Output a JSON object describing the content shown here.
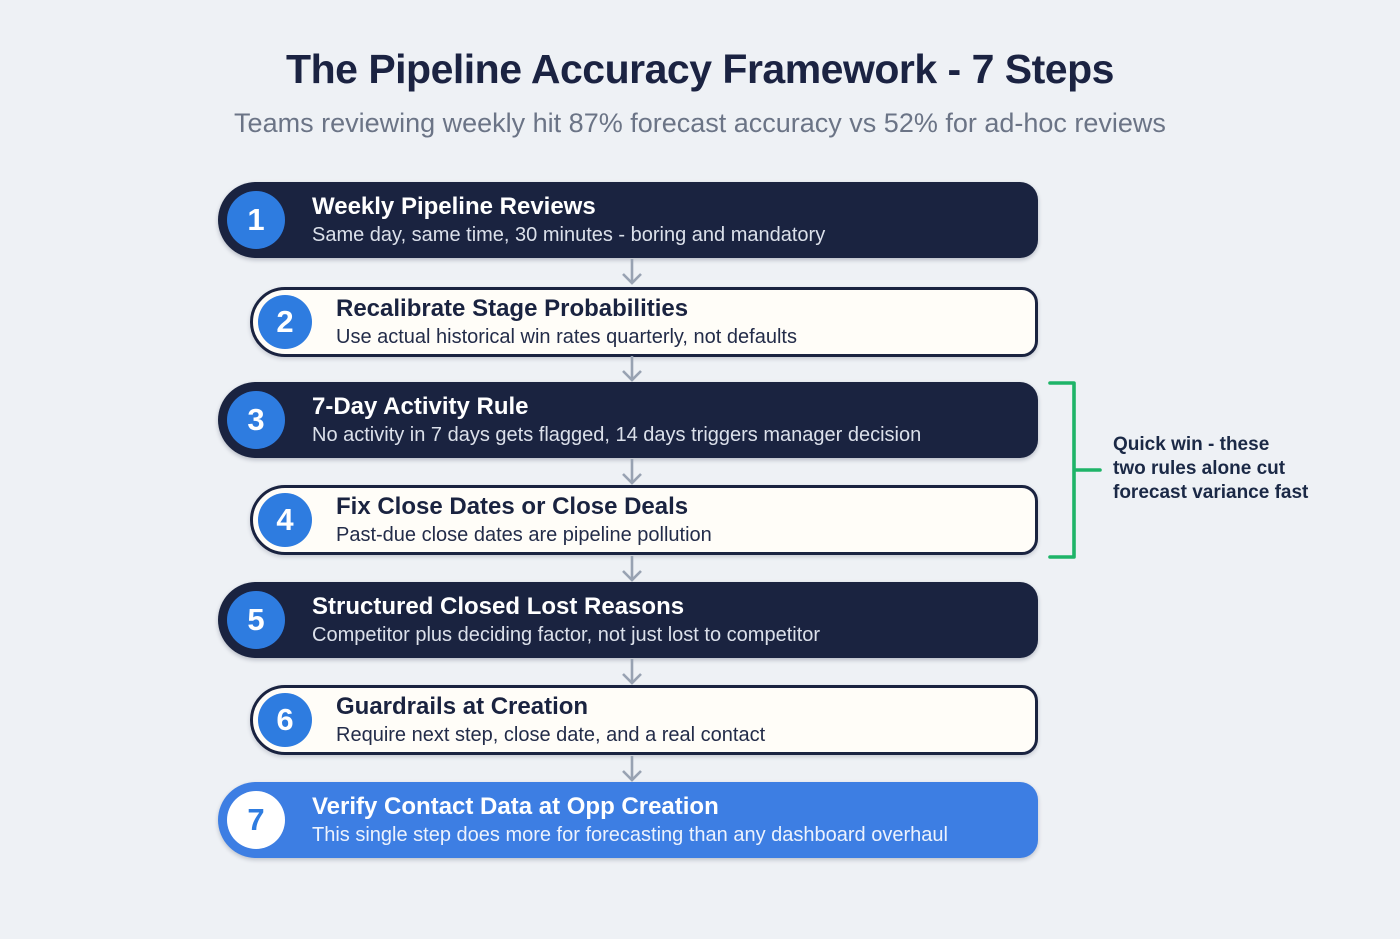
{
  "header": {
    "title": "The Pipeline Accuracy Framework - 7 Steps",
    "subtitle": "Teams reviewing weekly hit 87% forecast accuracy vs 52% for ad-hoc reviews"
  },
  "steps": [
    {
      "num": "1",
      "title": "Weekly Pipeline Reviews",
      "desc": "Same day, same time, 30 minutes - boring and mandatory",
      "variant": "dark"
    },
    {
      "num": "2",
      "title": "Recalibrate Stage Probabilities",
      "desc": "Use actual historical win rates quarterly, not defaults",
      "variant": "light"
    },
    {
      "num": "3",
      "title": "7-Day Activity Rule",
      "desc": "No activity in 7 days gets flagged, 14 days triggers manager decision",
      "variant": "dark"
    },
    {
      "num": "4",
      "title": "Fix Close Dates or Close Deals",
      "desc": "Past-due close dates are pipeline pollution",
      "variant": "light"
    },
    {
      "num": "5",
      "title": "Structured Closed Lost Reasons",
      "desc": "Competitor plus deciding factor, not just lost to competitor",
      "variant": "dark"
    },
    {
      "num": "6",
      "title": "Guardrails at Creation",
      "desc": "Require next step, close date, and a real contact",
      "variant": "light"
    },
    {
      "num": "7",
      "title": "Verify Contact Data at Opp Creation",
      "desc": "This single step does more for forecasting than any dashboard overhaul",
      "variant": "accent"
    }
  ],
  "annotation": {
    "text": "Quick win - these\ntwo rules alone cut\nforecast variance fast",
    "spans_steps": "3-4"
  },
  "colors": {
    "background": "#eef1f5",
    "dark_pill": "#1a2340",
    "light_pill_bg": "#fffdf8",
    "accent_pill_blue": "#3d7ee3",
    "number_badge_blue": "#2e7ce0",
    "bracket_green": "#1eb468",
    "arrow_gray": "#98a2b2",
    "title_navy": "#1b2342",
    "subtitle_gray": "#6b7486"
  }
}
